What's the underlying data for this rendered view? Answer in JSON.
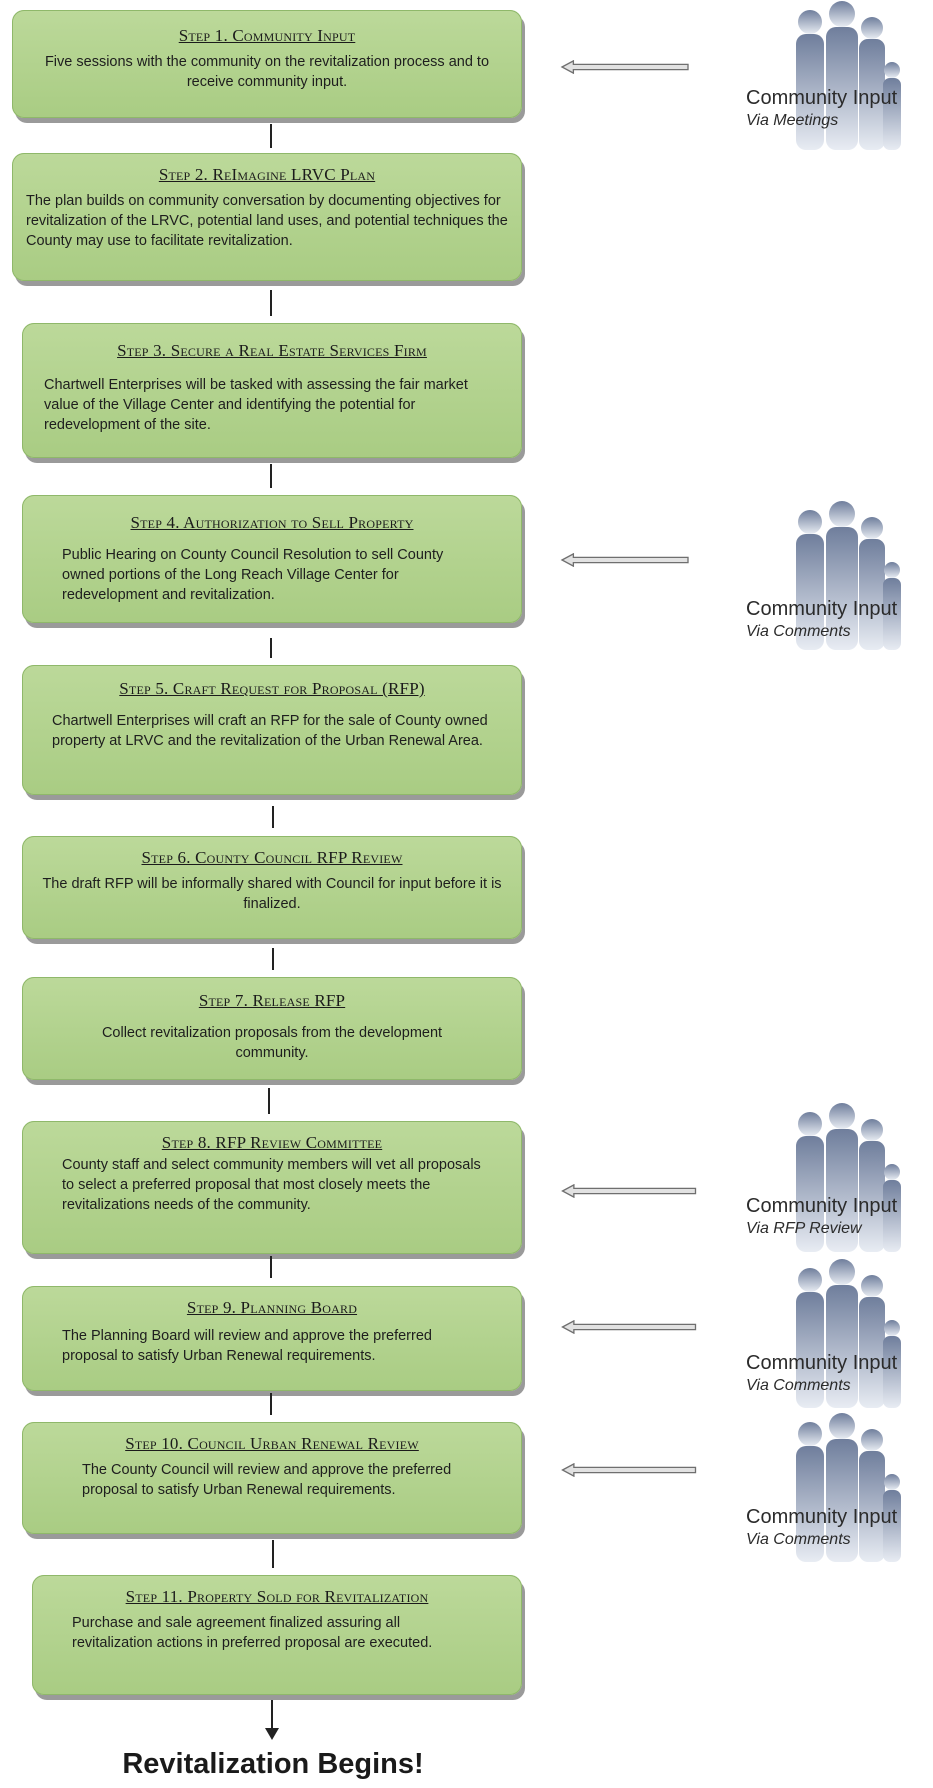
{
  "steps": [
    {
      "title": "Step 1. Community Input",
      "desc": "Five sessions with the community on the revitalization process and to receive community input."
    },
    {
      "title": "Step 2. ReImagine LRVC Plan",
      "desc": "The plan builds on community conversation by documenting objectives for revitalization of the LRVC, potential land uses, and potential techniques the County may use to facilitate revitalization."
    },
    {
      "title": "Step 3. Secure a Real Estate Services Firm",
      "desc": "Chartwell Enterprises will be tasked with assessing the fair market value of the Village Center and identifying the potential for redevelopment of the site."
    },
    {
      "title": "Step 4. Authorization to Sell Property",
      "desc": "Public Hearing on County Council Resolution to sell County owned portions of the Long Reach Village Center for redevelopment and revitalization."
    },
    {
      "title": "Step 5. Craft Request for Proposal (RFP)",
      "desc": "Chartwell Enterprises will craft an RFP for the sale of County owned property at LRVC and the revitalization of the Urban Renewal Area."
    },
    {
      "title": "Step 6. County Council RFP Review",
      "desc": "The draft RFP will be informally shared with Council for input before it is finalized."
    },
    {
      "title": "Step 7. Release RFP",
      "desc": "Collect revitalization proposals from the development community."
    },
    {
      "title": "Step 8. RFP Review Committee",
      "desc": "County staff and select community members will vet all proposals to select a preferred proposal that most closely meets the revitalizations needs of the community."
    },
    {
      "title": "Step 9. Planning Board",
      "desc": "The Planning Board will review and approve the preferred proposal to satisfy Urban Renewal requirements."
    },
    {
      "title": "Step 10. Council Urban Renewal Review",
      "desc": "The County Council will review and approve the preferred proposal to satisfy Urban Renewal requirements."
    },
    {
      "title": "Step 11. Property Sold for Revitalization",
      "desc": "Purchase and sale agreement finalized assuring all revitalization actions in preferred proposal are executed."
    }
  ],
  "community_inputs": [
    {
      "label": "Community Input",
      "via": "Via Meetings",
      "step": 1
    },
    {
      "label": "Community Input",
      "via": "Via Comments",
      "step": 4
    },
    {
      "label": "Community Input",
      "via": "Via RFP Review",
      "step": 8
    },
    {
      "label": "Community Input",
      "via": "Via Comments",
      "step": 9
    },
    {
      "label": "Community Input",
      "via": "Via Comments",
      "step": 10
    }
  ],
  "final_text": "Revitalization Begins!",
  "colors": {
    "box_fill": "#b3d28e",
    "box_shadow": "#9a9a9a",
    "arrow_stroke": "#6f6f6f",
    "figure": "#7f8ca6"
  }
}
